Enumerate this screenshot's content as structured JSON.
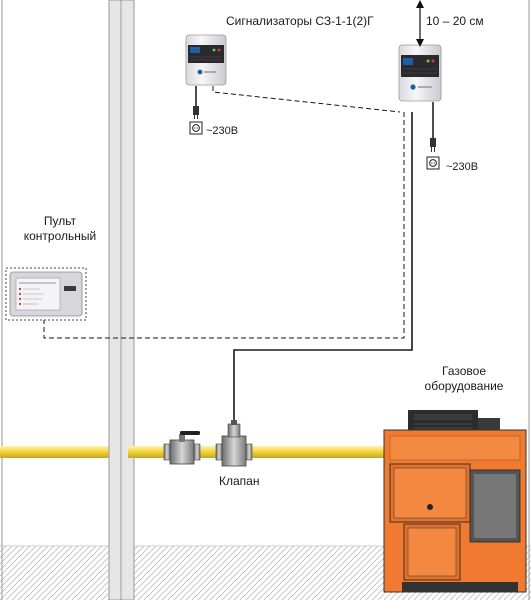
{
  "labels": {
    "sensors_title": "Сигнализаторы СЗ-1-1(2)Г",
    "height_range": "10 – 20 см",
    "power_left": "~230В",
    "power_right": "~230В",
    "control_panel_line1": "Пульт",
    "control_panel_line2": "контрольный",
    "gas_equipment_line1": "Газовое",
    "gas_equipment_line2": "оборудование",
    "valve": "Клапан"
  },
  "colors": {
    "pipe": "#f2d23c",
    "boiler": "#f07b30",
    "sensor_body": "#f1f1f3"
  },
  "icons": [
    "power-socket-icon",
    "plug-icon",
    "double-arrow-icon"
  ]
}
